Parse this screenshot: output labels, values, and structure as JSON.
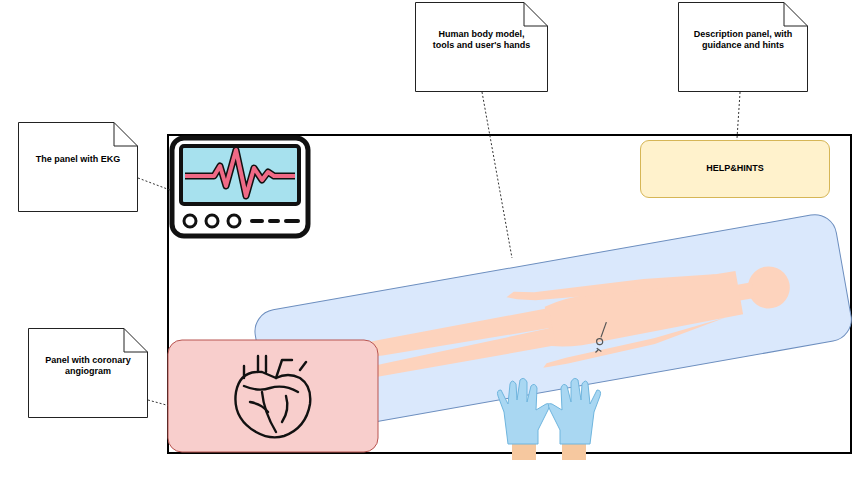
{
  "diagram": {
    "nodes": [
      {
        "text": [
          "Human body model, tools and user's hands"
        ]
      },
      {
        "text": [
          "Description panel, with guidance and hints"
        ]
      },
      {
        "text": [
          "The panel with EKG"
        ]
      },
      {
        "text": [
          "HELP&HINTS"
        ]
      },
      {
        "text": [
          "Panel with coronary angiogram"
        ]
      }
    ],
    "edges": [
      {
        "from": 1,
        "to": 3,
        "arrow": "none"
      }
    ]
  }
}
